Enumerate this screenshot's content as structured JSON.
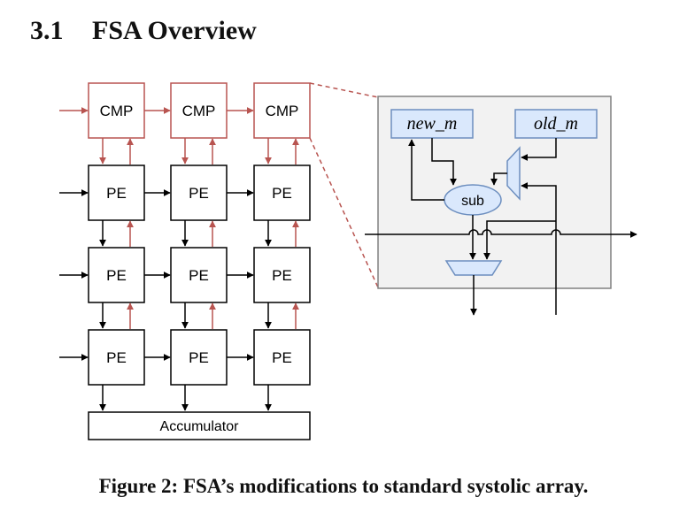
{
  "section": {
    "number": "3.1",
    "title": "FSA Overview"
  },
  "figure": {
    "cmp_label": "CMP",
    "pe_label": "PE",
    "accumulator_label": "Accumulator",
    "new_m_label": "new_m",
    "old_m_label": "old_m",
    "sub_label": "sub",
    "caption": "Figure 2: FSA’s modifications to standard systolic array."
  },
  "colors": {
    "red": "#b85450",
    "blue_fill": "#dae8fc",
    "blue_stroke": "#6c8ebf",
    "panel_fill": "#f2f2f2",
    "panel_stroke": "#808080"
  }
}
